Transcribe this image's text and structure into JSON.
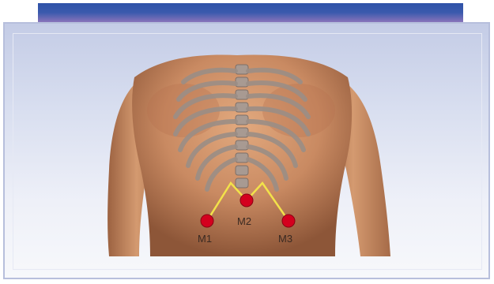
{
  "markers": [
    {
      "id": "m1",
      "label": "M1"
    },
    {
      "id": "m2",
      "label": "M2"
    },
    {
      "id": "m3",
      "label": "M3"
    }
  ],
  "colors": {
    "marker": "#d4001e",
    "connector": "#f2e24a",
    "skin": "#c98a62",
    "ribs": "#9b8e86"
  }
}
